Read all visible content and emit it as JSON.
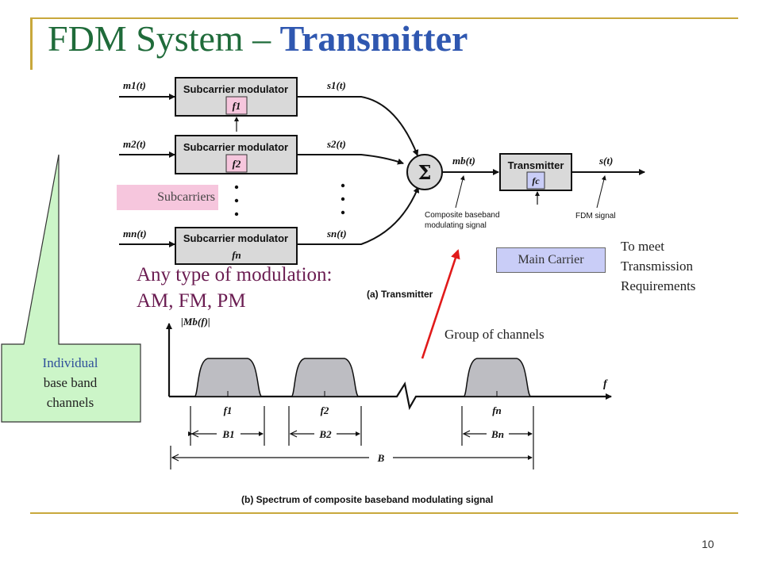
{
  "slide": {
    "title_main": "FDM System – ",
    "title_accent": "Transmitter",
    "page_number": "10"
  },
  "transmitter_diagram": {
    "inputs": [
      "m1(t)",
      "m2(t)",
      "mn(t)"
    ],
    "outputs": [
      "s1(t)",
      "s2(t)",
      "sn(t)"
    ],
    "modulator_label": "Subcarrier modulator",
    "subcarrier_freqs": [
      "f1",
      "f2",
      "fn"
    ],
    "sum_symbol": "Σ",
    "composite_signal": "mb(t)",
    "transmitter_label": "Transmitter",
    "carrier_freq": "fc",
    "output_signal": "s(t)",
    "composite_note_line1": "Composite baseband",
    "composite_note_line2": "modulating signal",
    "fdm_note": "FDM signal",
    "caption": "(a) Transmitter"
  },
  "spectrum_diagram": {
    "y_label": "|Mb(f)|",
    "x_label": "f",
    "center_labels": [
      "f1",
      "f2",
      "fn"
    ],
    "bandwidth_labels": [
      "B1",
      "B2",
      "Bn"
    ],
    "total_bandwidth": "B",
    "caption": "(b) Spectrum of composite baseband modulating signal"
  },
  "annotations": {
    "subcarriers": "Subcarriers",
    "main_carrier": "Main Carrier",
    "modulation_line1": "Any type of modulation:",
    "modulation_line2": "AM, FM, PM",
    "meet_line1": "To meet",
    "meet_line2": "Transmission",
    "meet_line3": "Requirements",
    "group_of_channels": "Group of channels",
    "individual_line1": "Individual",
    "individual_line2": "base band",
    "individual_line3": "channels"
  },
  "colors": {
    "title_green": "#1f6b3a",
    "title_blue": "#2f57b0",
    "gold_rule": "#c8a83c",
    "callout_green": "#ccf5c8",
    "subcarrier_pink": "#f6c6dd",
    "carrier_lavender": "#c9cdf7",
    "modulation_text": "#6b1d52",
    "arrow_red": "#e11a1a"
  }
}
